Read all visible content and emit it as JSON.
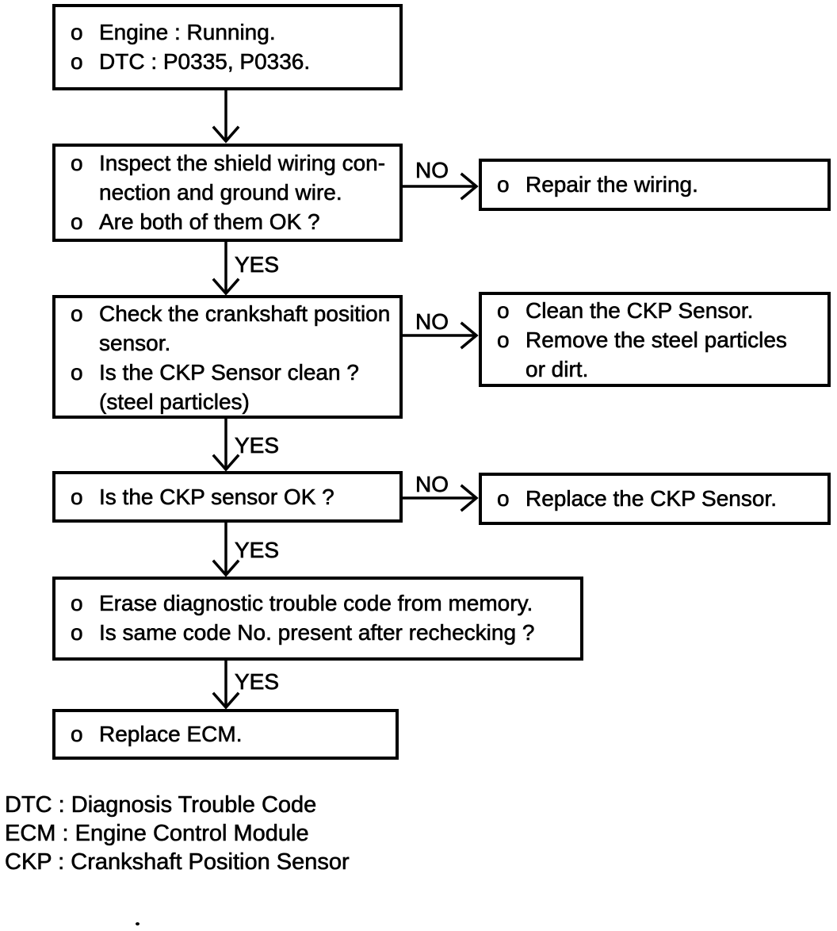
{
  "flowchart": {
    "bullet_char": "o",
    "nodes": [
      {
        "id": "start",
        "lines": [
          {
            "text": "Engine : Running."
          },
          {
            "text": "DTC : P0335, P0336."
          }
        ]
      },
      {
        "id": "inspect-wiring",
        "lines": [
          {
            "text": "Inspect the shield wiring con-"
          },
          {
            "text": "nection and ground wire.",
            "cont": true
          },
          {
            "text": "Are both of them OK ?"
          }
        ]
      },
      {
        "id": "repair-wiring",
        "lines": [
          {
            "text": "Repair the wiring."
          }
        ]
      },
      {
        "id": "check-ckp",
        "lines": [
          {
            "text": "Check the crankshaft position"
          },
          {
            "text": "sensor.",
            "cont": true
          },
          {
            "text": "Is the CKP Sensor clean ?"
          },
          {
            "text": "(steel particles)",
            "cont": true
          }
        ]
      },
      {
        "id": "clean-ckp",
        "lines": [
          {
            "text": "Clean the CKP Sensor."
          },
          {
            "text": "Remove the steel particles"
          },
          {
            "text": "or dirt.",
            "cont": true
          }
        ]
      },
      {
        "id": "ckp-ok",
        "lines": [
          {
            "text": "Is the CKP sensor OK ?"
          }
        ]
      },
      {
        "id": "replace-ckp",
        "lines": [
          {
            "text": "Replace the CKP Sensor."
          }
        ]
      },
      {
        "id": "erase-dtc",
        "lines": [
          {
            "text": "Erase diagnostic trouble code from memory."
          },
          {
            "text": "Is same code No. present after rechecking ?"
          }
        ]
      },
      {
        "id": "replace-ecm",
        "lines": [
          {
            "text": "Replace ECM."
          }
        ]
      }
    ],
    "edges": [
      {
        "from": "inspect-wiring",
        "to": "repair-wiring",
        "label": "NO"
      },
      {
        "from": "inspect-wiring",
        "to": "check-ckp",
        "label": "YES"
      },
      {
        "from": "check-ckp",
        "to": "clean-ckp",
        "label": "NO"
      },
      {
        "from": "check-ckp",
        "to": "ckp-ok",
        "label": "YES"
      },
      {
        "from": "ckp-ok",
        "to": "replace-ckp",
        "label": "NO"
      },
      {
        "from": "ckp-ok",
        "to": "erase-dtc",
        "label": "YES"
      },
      {
        "from": "erase-dtc",
        "to": "replace-ecm",
        "label": "YES"
      },
      {
        "from": "start",
        "to": "inspect-wiring",
        "label": ""
      }
    ],
    "legend": {
      "lines": [
        "DTC : Diagnosis Trouble Code",
        "ECM : Engine Control Module",
        "CKP : Crankshaft Position Sensor"
      ]
    }
  }
}
